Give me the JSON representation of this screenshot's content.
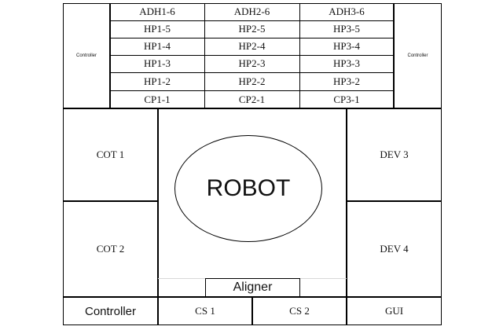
{
  "grid": {
    "rows": [
      [
        "ADH1-6",
        "ADH2-6",
        "ADH3-6"
      ],
      [
        "HP1-5",
        "HP2-5",
        "HP3-5"
      ],
      [
        "HP1-4",
        "HP2-4",
        "HP3-4"
      ],
      [
        "HP1-3",
        "HP2-3",
        "HP3-3"
      ],
      [
        "HP1-2",
        "HP2-2",
        "HP3-2"
      ],
      [
        "CP1-1",
        "CP2-1",
        "CP3-1"
      ]
    ]
  },
  "top_left_controller": "Controller",
  "top_right_controller": "Controller",
  "modules": {
    "cot1": "COT 1",
    "cot2": "COT 2",
    "dev3": "DEV 3",
    "dev4": "DEV 4"
  },
  "robot": "ROBOT",
  "aligner": "Aligner",
  "bottom": {
    "controller": "Controller",
    "cs1": "CS 1",
    "cs2": "CS 2",
    "gui": "GUI"
  }
}
